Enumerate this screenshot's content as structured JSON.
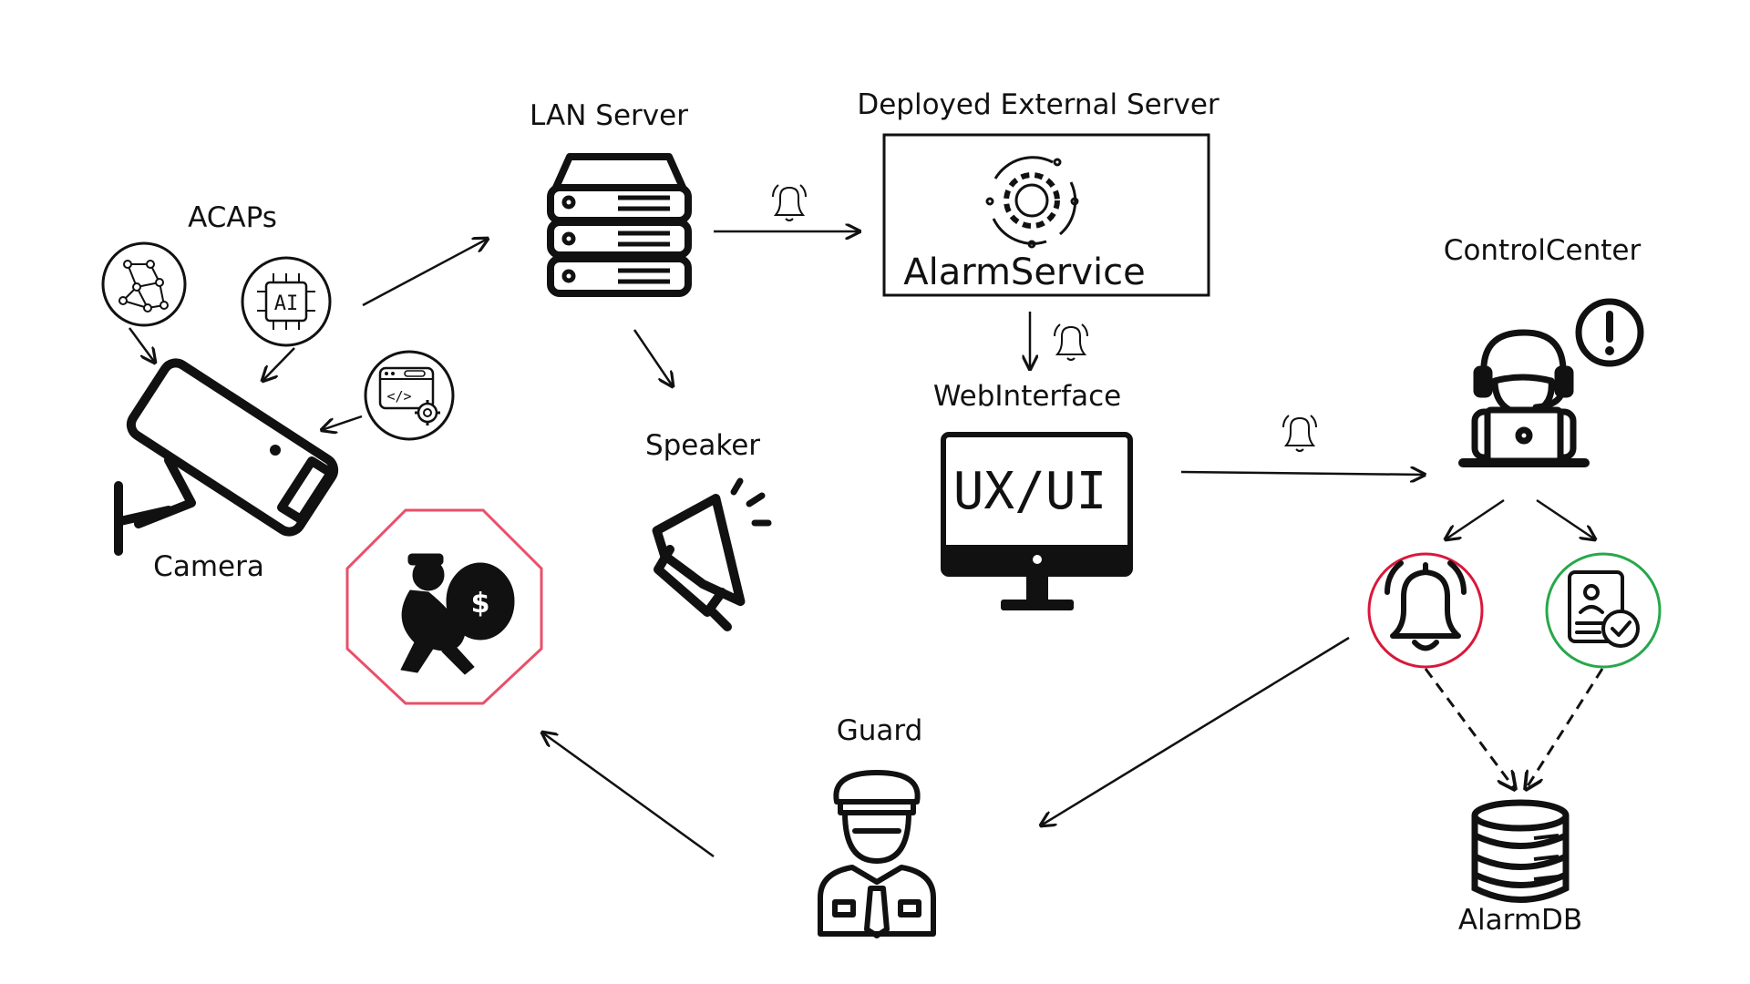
{
  "labels": {
    "acaps": "ACAPs",
    "camera": "Camera",
    "lan_server": "LAN Server",
    "deployed_external_server": "Deployed External Server",
    "alarm_service": "AlarmService",
    "web_interface": "WebInterface",
    "ux_ui": "UX/UI",
    "speaker": "Speaker",
    "control_center": "ControlCenter",
    "guard": "Guard",
    "alarm_db": "AlarmDB",
    "ai_chip": "AI",
    "code_symbol": "</>",
    "dollar": "$"
  },
  "colors": {
    "ink": "#111111",
    "thief_stop_sign": "#e8506a",
    "alarm_circle": "#d9183b",
    "approve_circle": "#26a84a"
  },
  "icons": [
    "neural-network-icon",
    "ai-chip-icon",
    "code-settings-icon",
    "security-camera-icon",
    "server-rack-icon",
    "bell-icon",
    "gear-cycle-icon",
    "monitor-icon",
    "megaphone-icon",
    "operator-icon",
    "warning-gear-icon",
    "thief-icon",
    "alarm-bell-icon",
    "approved-report-icon",
    "guard-icon",
    "database-icon"
  ]
}
